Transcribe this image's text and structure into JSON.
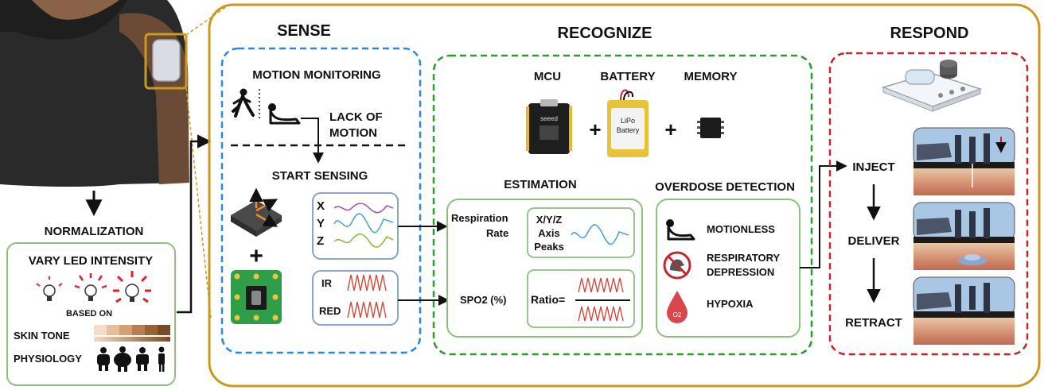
{
  "colors": {
    "gold": "#C99A1E",
    "sense_blue": "#2E86DE",
    "recognize_green": "#2E9B2E",
    "respond_red": "#C0282D",
    "panel_green": "#8DC07E",
    "panel_blue": "#7F9BC4",
    "led_red": "#E0202A",
    "skin_light": "#F2D7BE",
    "skin_dark": "#7A4A22"
  },
  "stages": {
    "sense": "SENSE",
    "recognize": "RECOGNIZE",
    "respond": "RESPOND"
  },
  "normalization": {
    "title": "NORMALIZATION",
    "box_title": "VARY LED INTENSITY",
    "based_on": "BASED ON",
    "skin_tone": "SKIN TONE",
    "physiology": "PHYSIOLOGY"
  },
  "sense": {
    "motion_monitoring": "MOTION MONITORING",
    "lack_of_motion_line1": "LACK OF",
    "lack_of_motion_line2": "MOTION",
    "start_sensing": "START SENSING",
    "plus": "+",
    "axes": [
      "X",
      "Y",
      "Z"
    ],
    "ppg": [
      "IR",
      "RED"
    ]
  },
  "recognize": {
    "components": [
      "MCU",
      "BATTERY",
      "MEMORY"
    ],
    "plus": "+",
    "mcu_chip_text": "seeed",
    "battery_text_line1": "LiPo",
    "battery_text_line2": "Battery",
    "estimation": "ESTIMATION",
    "respiration_rate_line1": "Respiration",
    "respiration_rate_line2": "Rate",
    "axis_peaks_line1": "X/Y/Z",
    "axis_peaks_line2": "Axis",
    "axis_peaks_line3": "Peaks",
    "spo2": "SPO2 (%)",
    "ratio": "Ratio=",
    "overdose_detection": "OVERDOSE DETECTION",
    "conditions_line1": [
      "MOTIONLESS",
      "RESPIRATORY",
      "HYPOXIA"
    ],
    "respiratory_line2": "DEPRESSION",
    "o2_label": "O2"
  },
  "respond": {
    "steps": [
      "INJECT",
      "DELIVER",
      "RETRACT"
    ]
  }
}
